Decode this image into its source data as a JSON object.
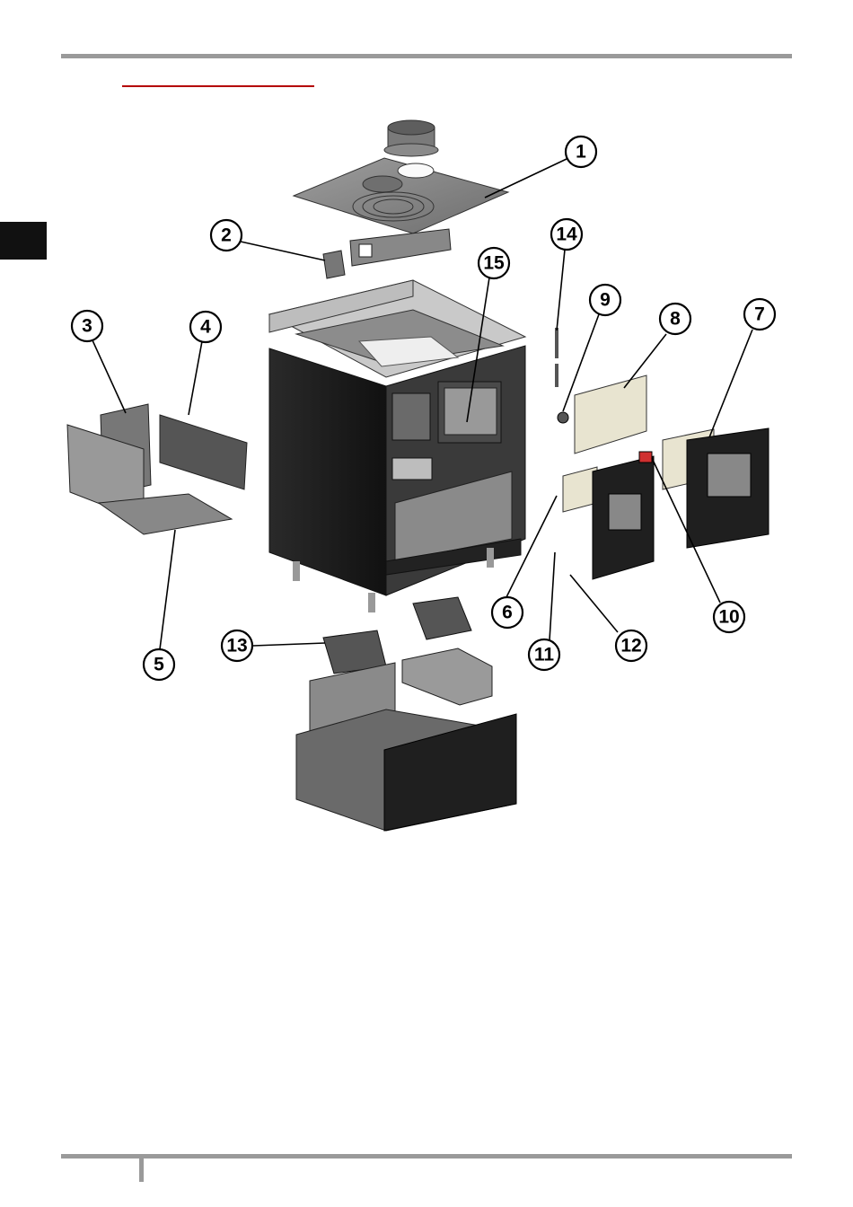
{
  "callouts": [
    {
      "id": "1",
      "label": "1"
    },
    {
      "id": "2",
      "label": "2"
    },
    {
      "id": "3",
      "label": "3"
    },
    {
      "id": "4",
      "label": "4"
    },
    {
      "id": "5",
      "label": "5"
    },
    {
      "id": "6",
      "label": "6"
    },
    {
      "id": "7",
      "label": "7"
    },
    {
      "id": "8",
      "label": "8"
    },
    {
      "id": "9",
      "label": "9"
    },
    {
      "id": "10",
      "label": "10"
    },
    {
      "id": "11",
      "label": "11"
    },
    {
      "id": "12",
      "label": "12"
    },
    {
      "id": "13",
      "label": "13"
    },
    {
      "id": "14",
      "label": "14"
    },
    {
      "id": "15",
      "label": "15"
    }
  ],
  "colors": {
    "rule": "#9a9a9a",
    "accent_red": "#b40000",
    "body_black": "#1a1a1a",
    "panel_grey": "#8c8c8c",
    "glass_beige": "#e8e4d0"
  },
  "icons": [
    "stove-exploded-view"
  ]
}
